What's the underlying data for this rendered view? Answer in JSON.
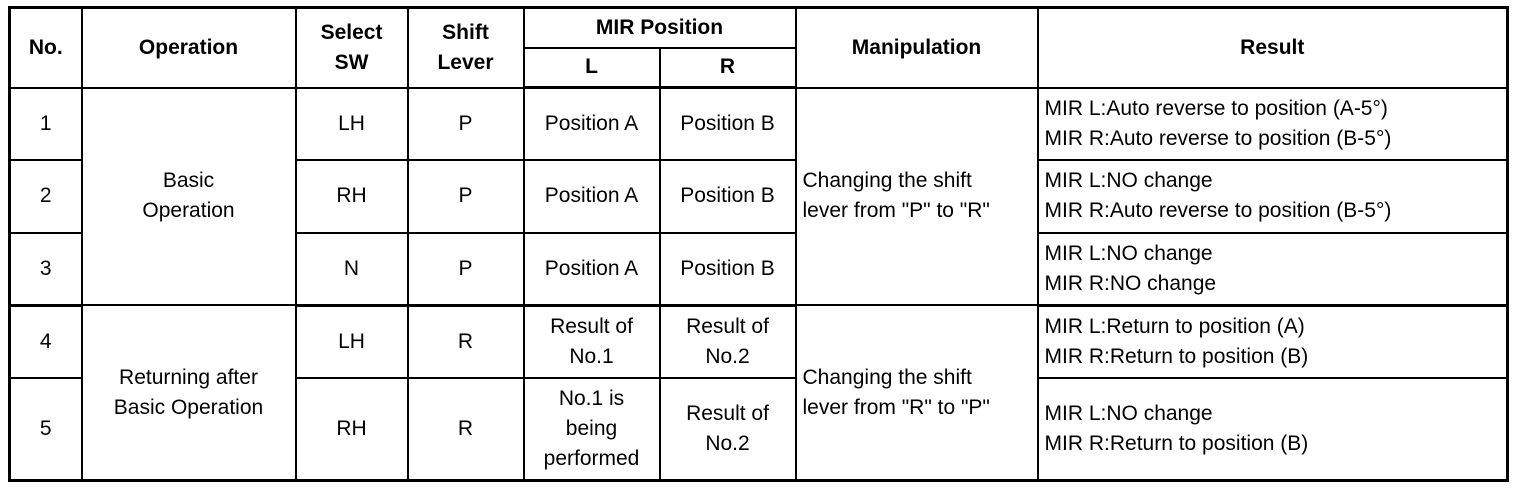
{
  "headers": {
    "no": "No.",
    "operation": "Operation",
    "select_sw": "Select\nSW",
    "shift_lever": "Shift\nLever",
    "mir_position": "MIR Position",
    "mir_l": "L",
    "mir_r": "R",
    "manipulation": "Manipulation",
    "result": "Result"
  },
  "rows": [
    {
      "no": "1",
      "select_sw": "LH",
      "shift_lever": "P",
      "mir_l": "Position A",
      "mir_r": "Position B",
      "result": "MIR L:Auto reverse to position (A-5°)\nMIR R:Auto reverse to position (B-5°)"
    },
    {
      "no": "2",
      "select_sw": "RH",
      "shift_lever": "P",
      "mir_l": "Position A",
      "mir_r": "Position B",
      "result": "MIR L:NO change\nMIR R:Auto reverse to position (B-5°)"
    },
    {
      "no": "3",
      "select_sw": "N",
      "shift_lever": "P",
      "mir_l": "Position A",
      "mir_r": "Position B",
      "result": "MIR L:NO change\nMIR R:NO change"
    },
    {
      "no": "4",
      "select_sw": "LH",
      "shift_lever": "R",
      "mir_l": "Result of\nNo.1",
      "mir_r": "Result of\nNo.2",
      "result": "MIR L:Return to position (A)\nMIR R:Return to position (B)"
    },
    {
      "no": "5",
      "select_sw": "RH",
      "shift_lever": "R",
      "mir_l": "No.1 is\nbeing\nperformed",
      "mir_r": "Result of\nNo.2",
      "result": "MIR L:NO change\nMIR R:Return to position (B)"
    }
  ],
  "groups": [
    {
      "operation": "Basic\nOperation",
      "manipulation": "Changing the shift\nlever from \"P\" to \"R\""
    },
    {
      "operation": "Returning after\nBasic Operation",
      "manipulation": "Changing the shift\nlever from \"R\" to \"P\""
    }
  ]
}
